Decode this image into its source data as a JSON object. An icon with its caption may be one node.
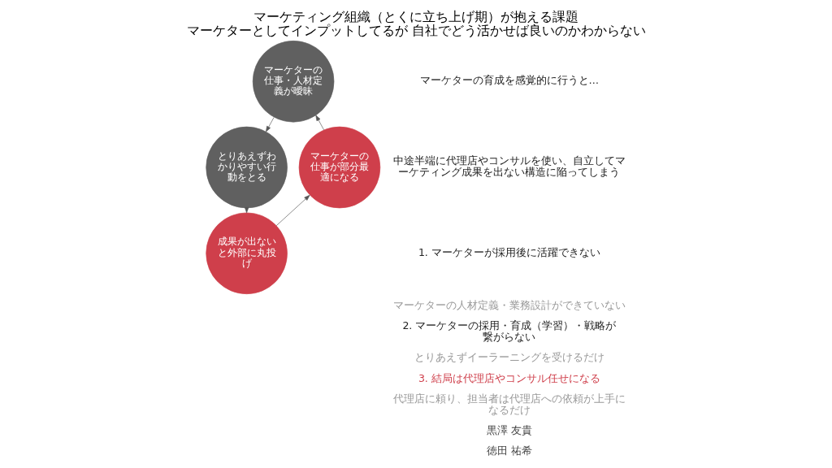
{
  "diagram": {
    "title": "マーケティング組織（とくに立ち上げ期）が抱える課題",
    "caption": "マーケターとしてインプットしてるが 自社でどう活かせば良いのかわからない",
    "nodes": [
      {
        "text": [
          "マーケターの仕事・人材定義が曖昧"
        ]
      },
      {
        "text": [
          "とりあえずわかりやすい行動をとる"
        ]
      },
      {
        "text": [
          "成果が出ないと外部に丸投げ"
        ]
      },
      {
        "text": [
          "マーケターの仕事が部分最適になる"
        ]
      }
    ],
    "edges": [
      {
        "from": 0,
        "to": 1,
        "arrow": "to"
      },
      {
        "from": 1,
        "to": 2,
        "arrow": "to"
      },
      {
        "from": 2,
        "to": 3,
        "arrow": "to"
      },
      {
        "from": 3,
        "to": 0,
        "arrow": "to"
      }
    ],
    "labels": [
      "マーケターの育成を感覚的に行うと…",
      "中途半端に代理店やコンサルを使い、自立してマーケティング成果を出ない構造に陥ってしまう",
      "1. マーケターが採用後に活躍できない",
      "マーケターの人材定義・業務設計ができていない",
      "2. マーケターの採用・育成（学習）・戦略が繋がらない",
      "とりあえずイーラーニングを受けるだけ",
      "3. 結局は代理店やコンサル任せになる",
      "代理店に頼り、担当者は代理店への依頼が上手になるだけ",
      "黒澤 友貴",
      "徳田 祐希"
    ]
  }
}
